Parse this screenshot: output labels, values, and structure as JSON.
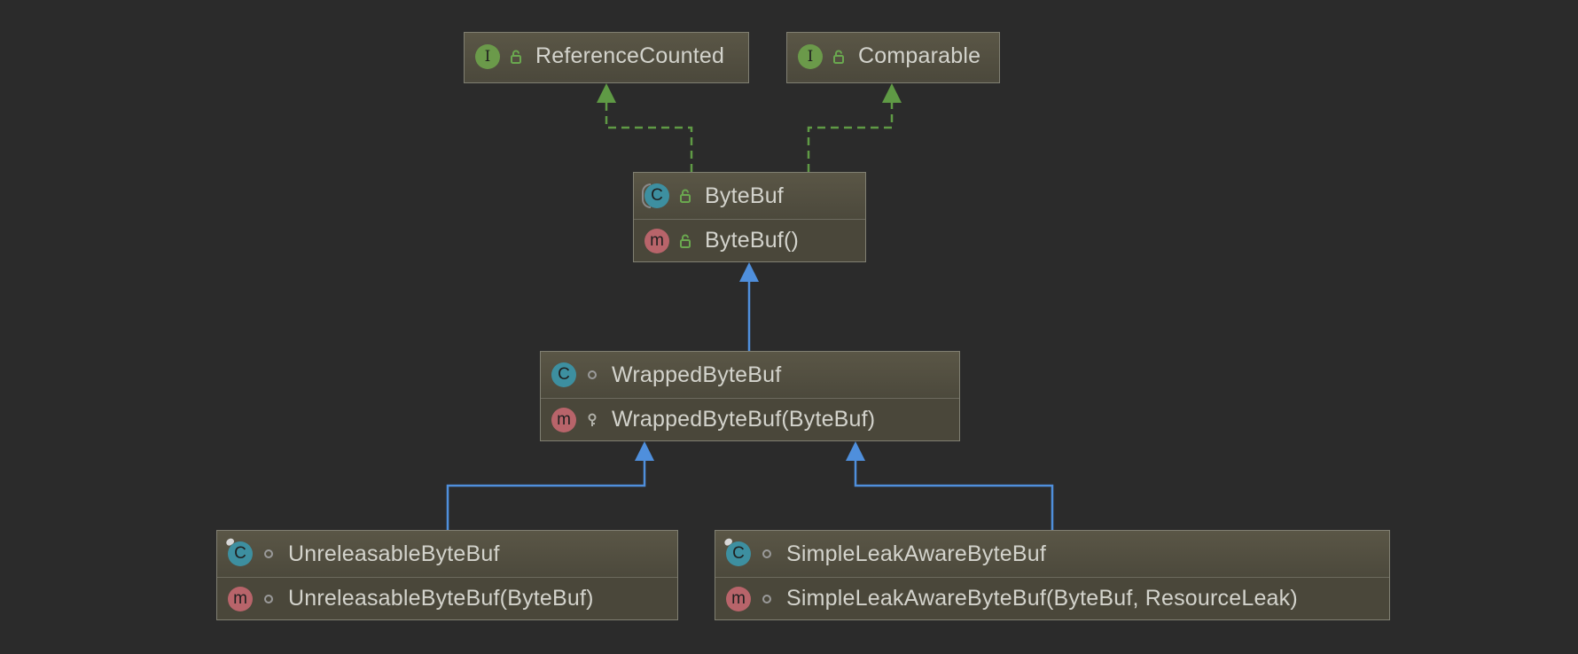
{
  "diagram": {
    "nodes": {
      "reference_counted": {
        "kind": "I",
        "visibility": "public",
        "name": "ReferenceCounted"
      },
      "comparable": {
        "kind": "I",
        "visibility": "public",
        "name": "Comparable"
      },
      "bytebuf": {
        "kind": "C",
        "abstract": true,
        "visibility": "public",
        "name": "ByteBuf",
        "members": [
          {
            "kind": "m",
            "visibility": "public",
            "name": "ByteBuf()"
          }
        ]
      },
      "wrapped": {
        "kind": "C",
        "visibility": "package",
        "name": "WrappedByteBuf",
        "members": [
          {
            "kind": "m",
            "visibility": "protected",
            "name": "WrappedByteBuf(ByteBuf)"
          }
        ]
      },
      "unreleasable": {
        "kind": "C",
        "final": true,
        "visibility": "package",
        "name": "UnreleasableByteBuf",
        "members": [
          {
            "kind": "m",
            "visibility": "package",
            "name": "UnreleasableByteBuf(ByteBuf)"
          }
        ]
      },
      "simpleleak": {
        "kind": "C",
        "final": true,
        "visibility": "package",
        "name": "SimpleLeakAwareByteBuf",
        "members": [
          {
            "kind": "m",
            "visibility": "package",
            "name": "SimpleLeakAwareByteBuf(ByteBuf, ResourceLeak)"
          }
        ]
      }
    },
    "edges": [
      {
        "from": "ByteBuf",
        "to": "ReferenceCounted",
        "type": "implements"
      },
      {
        "from": "ByteBuf",
        "to": "Comparable",
        "type": "implements"
      },
      {
        "from": "WrappedByteBuf",
        "to": "ByteBuf",
        "type": "extends"
      },
      {
        "from": "UnreleasableByteBuf",
        "to": "WrappedByteBuf",
        "type": "extends"
      },
      {
        "from": "SimpleLeakAwareByteBuf",
        "to": "WrappedByteBuf",
        "type": "extends"
      }
    ],
    "colors": {
      "background": "#2b2b2b",
      "implements_edge": "#5f9a45",
      "extends_edge": "#4f8fdc",
      "interface_badge": "#6b9a4a",
      "class_badge": "#3d8fa0",
      "method_badge": "#b8646a"
    }
  }
}
